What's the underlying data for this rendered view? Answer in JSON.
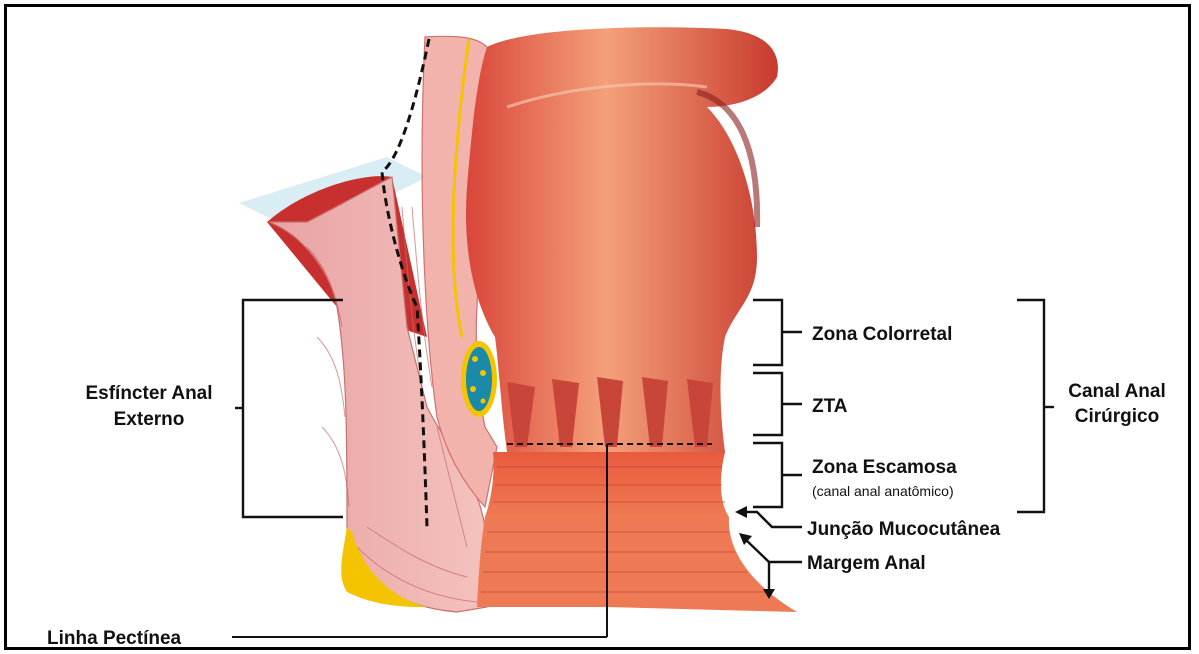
{
  "labels": {
    "external_sphincter_line1": "Esfíncter Anal",
    "external_sphincter_line2": "Externo",
    "pectinate_line": "Linha Pectínea",
    "colorectal_zone": "Zona Colorretal",
    "transition_zone": "ZTA",
    "squamous_zone": "Zona Escamosa",
    "squamous_zone_note": "(canal anal anatômico)",
    "surgical_canal_line1": "Canal Anal",
    "surgical_canal_line2": "Cirúrgico",
    "mucocutaneous_junction": "Junção Mucocutânea",
    "anal_margin": "Margem Anal"
  },
  "colors": {
    "mucosa": "#e8644a",
    "mucosa_dark": "#b8322a",
    "muscle": "#f0a0a0",
    "fat": "#f5c400",
    "vessel": "#1a8aa8",
    "sky": "#cfe8f2"
  }
}
